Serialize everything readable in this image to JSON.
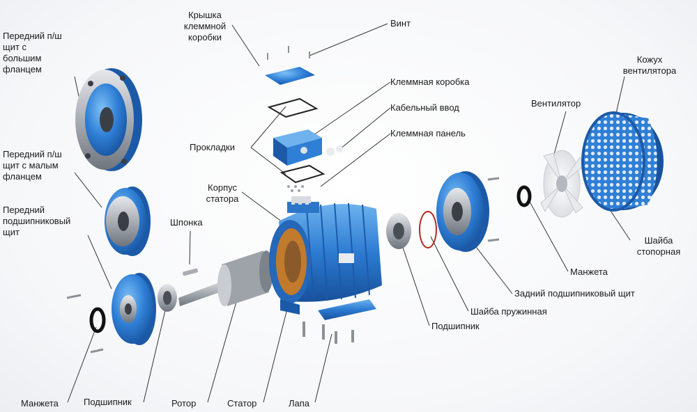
{
  "labels": {
    "front_shield_big_flange": "Передний п/ш\nщит с\nбольшим\nфланцем",
    "front_shield_small_flange": "Передний п/ш\nщит с малым\nфланцем",
    "front_bearing_shield": "Передний\nподшипниковый\nщит",
    "terminal_box_cover": "Крышка\nклеммной\nкоробки",
    "screw": "Винт",
    "terminal_box": "Клеммная коробка",
    "cable_entry": "Кабельный ввод",
    "gaskets": "Прокладки",
    "terminal_panel": "Клеммная панель",
    "stator_housing": "Корпус\nстатора",
    "key": "Шпонка",
    "fan": "Вентилятор",
    "fan_cover": "Кожух\nвентилятора",
    "retaining_washer": "Шайба\nстопорная",
    "cuff_rear": "Манжета",
    "rear_bearing_shield": "Задний подшипниковый щит",
    "spring_washer": "Шайба пружинная",
    "bearing_rear": "Подшипник",
    "cuff_front": "Манжета",
    "bearing_front": "Подшипник",
    "rotor": "Ротор",
    "stator": "Статор",
    "foot": "Лапа"
  },
  "colors": {
    "part_blue": "#2f7fd6",
    "part_blue_dark": "#1c5aa8",
    "part_blue_light": "#6fb2ee",
    "metal": "#b8bcc2",
    "metal_dark": "#7d838b",
    "copper": "#c27a2c",
    "leader_line": "#333333"
  }
}
